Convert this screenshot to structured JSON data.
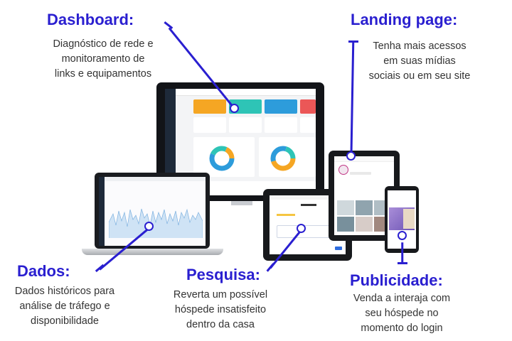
{
  "dashboard": {
    "title": "Dashboard:",
    "lines": [
      "Diagnóstico de rede e",
      "monitoramento de",
      "links e equipamentos"
    ]
  },
  "landing": {
    "title": "Landing page:",
    "lines": [
      "Tenha mais acessos",
      "em suas mídias",
      "sociais ou em seu site"
    ]
  },
  "dados": {
    "title": "Dados:",
    "lines": [
      "Dados históricos para",
      "análise de tráfego e",
      "disponibilidade"
    ]
  },
  "pesquisa": {
    "title": "Pesquisa:",
    "lines": [
      "Reverta um possível",
      "hóspede insatisfeito",
      "dentro da casa"
    ]
  },
  "publicidade": {
    "title": "Publicidade:",
    "lines": [
      "Venda a interaja com",
      "seu hóspede no",
      "momento do login"
    ]
  },
  "colors": {
    "accent": "#2a1fd0",
    "card_orange": "#f5a623",
    "card_teal": "#2ec4b6",
    "card_blue": "#2d9cdb",
    "card_red": "#eb5757"
  }
}
